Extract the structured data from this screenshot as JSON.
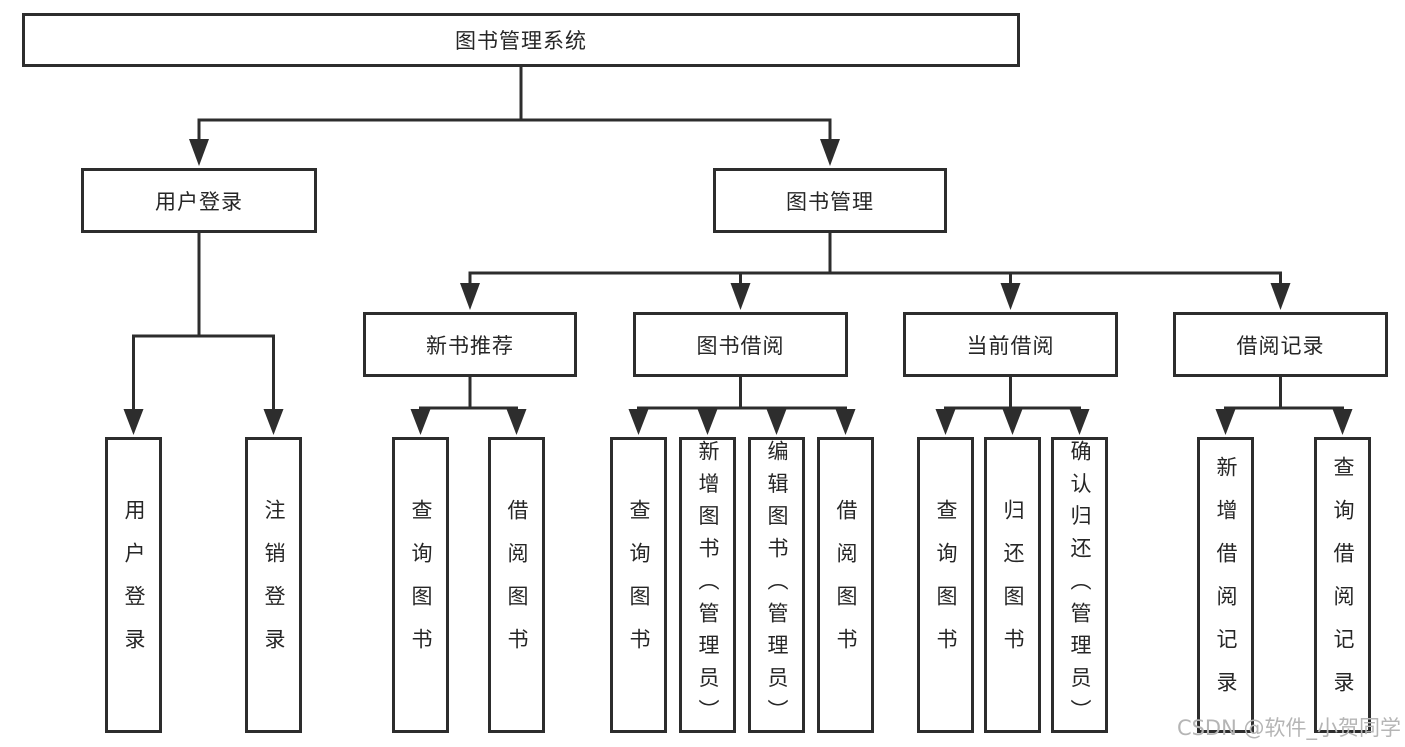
{
  "diagram": {
    "root": {
      "label": "图书管理系统"
    },
    "level2": [
      {
        "label": "用户登录",
        "leaves": [
          "用户登录",
          "注销登录"
        ]
      },
      {
        "label": "图书管理"
      }
    ],
    "branches": [
      {
        "label": "新书推荐",
        "leaves": [
          "查询图书",
          "借阅图书"
        ]
      },
      {
        "label": "图书借阅",
        "leaves": [
          "查询图书",
          "新增图书（管理员）",
          "编辑图书（管理员）",
          "借阅图书"
        ]
      },
      {
        "label": "当前借阅",
        "leaves": [
          "查询图书",
          "归还图书",
          "确认归还（管理员）"
        ]
      },
      {
        "label": "借阅记录",
        "leaves": [
          "新增借阅记录",
          "查询借阅记录"
        ]
      }
    ],
    "watermark": "CSDN @软件_小贺同学",
    "colors": {
      "line": "#2d2d2d",
      "text": "#262626",
      "box_background": "#ffffff",
      "page_background": "#ffffff",
      "watermark": "#b5b5b5"
    }
  }
}
